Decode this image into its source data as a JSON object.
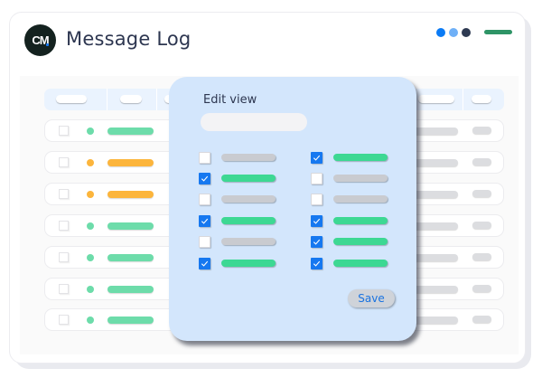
{
  "header": {
    "logo_text": "CM",
    "title": "Message Log",
    "window_dots": [
      "#0b7bf5",
      "#6fb0f7",
      "#2e3a52"
    ],
    "accent_dash_color": "#2e9466"
  },
  "table": {
    "header_columns": 6,
    "rows": [
      {
        "status": "green",
        "status_color": "#6ddcaa",
        "checked": false
      },
      {
        "status": "orange",
        "status_color": "#fcb53c",
        "checked": false
      },
      {
        "status": "orange",
        "status_color": "#fcb53c",
        "checked": false
      },
      {
        "status": "green",
        "status_color": "#6ddcaa",
        "checked": false
      },
      {
        "status": "green",
        "status_color": "#6ddcaa",
        "checked": false
      },
      {
        "status": "green",
        "status_color": "#6ddcaa",
        "checked": false
      },
      {
        "status": "green",
        "status_color": "#6ddcaa",
        "checked": false
      }
    ]
  },
  "edit_view": {
    "title": "Edit view",
    "search_placeholder": "",
    "save_label": "Save",
    "columns_left": [
      false,
      true,
      false,
      true,
      false,
      true
    ],
    "columns_right": [
      true,
      false,
      false,
      true,
      true,
      true
    ]
  }
}
